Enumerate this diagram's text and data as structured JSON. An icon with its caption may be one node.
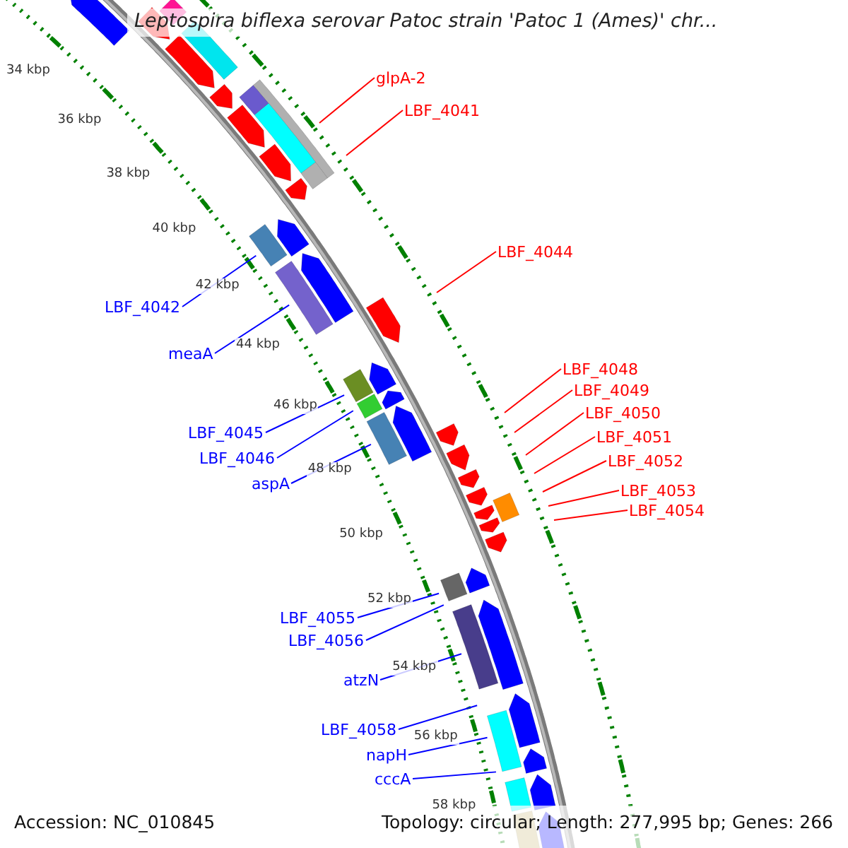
{
  "diagram": {
    "title": "Leptospira biflexa serovar Patoc strain 'Patoc 1 (Ames)' chr...",
    "nodes": [
      {
        "text": [
          "glpA-2"
        ]
      },
      {
        "text": [
          "LBF_4041"
        ]
      },
      {
        "text": [
          "LBF_4044"
        ]
      },
      {
        "text": [
          "LBF_4042"
        ]
      },
      {
        "text": [
          "meaA"
        ]
      },
      {
        "text": [
          "LBF_4048"
        ]
      },
      {
        "text": [
          "LBF_4049"
        ]
      },
      {
        "text": [
          "LBF_4050"
        ]
      },
      {
        "text": [
          "LBF_4045"
        ]
      },
      {
        "text": [
          "LBF_4051"
        ]
      },
      {
        "text": [
          "LBF_4046"
        ]
      },
      {
        "text": [
          "LBF_4052"
        ]
      },
      {
        "text": [
          "aspA"
        ]
      },
      {
        "text": [
          "LBF_4053"
        ]
      },
      {
        "text": [
          "LBF_4054"
        ]
      },
      {
        "text": [
          "LBF_4055"
        ]
      },
      {
        "text": [
          "LBF_4056"
        ]
      },
      {
        "text": [
          "atzN"
        ]
      },
      {
        "text": [
          "LBF_4058"
        ]
      },
      {
        "text": [
          "napH"
        ]
      },
      {
        "text": [
          "cccA"
        ]
      }
    ],
    "edges": [
      {
        "from": 0,
        "to": null,
        "arrow": "none",
        "color": "#ff0000"
      },
      {
        "from": 1,
        "to": null,
        "arrow": "none",
        "color": "#ff0000"
      },
      {
        "from": 2,
        "to": null,
        "arrow": "none",
        "color": "#ff0000"
      },
      {
        "from": 3,
        "to": null,
        "arrow": "none",
        "color": "#0000ff"
      },
      {
        "from": 4,
        "to": null,
        "arrow": "none",
        "color": "#0000ff"
      },
      {
        "from": 5,
        "to": null,
        "arrow": "none",
        "color": "#ff0000"
      },
      {
        "from": 6,
        "to": null,
        "arrow": "none",
        "color": "#ff0000"
      },
      {
        "from": 7,
        "to": null,
        "arrow": "none",
        "color": "#ff0000"
      },
      {
        "from": 8,
        "to": null,
        "arrow": "none",
        "color": "#0000ff"
      },
      {
        "from": 9,
        "to": null,
        "arrow": "none",
        "color": "#ff0000"
      },
      {
        "from": 10,
        "to": null,
        "arrow": "none",
        "color": "#0000ff"
      },
      {
        "from": 11,
        "to": null,
        "arrow": "none",
        "color": "#ff0000"
      },
      {
        "from": 12,
        "to": null,
        "arrow": "none",
        "color": "#0000ff"
      },
      {
        "from": 13,
        "to": null,
        "arrow": "none",
        "color": "#ff0000"
      },
      {
        "from": 14,
        "to": null,
        "arrow": "none",
        "color": "#ff0000"
      },
      {
        "from": 15,
        "to": null,
        "arrow": "none",
        "color": "#0000ff"
      },
      {
        "from": 16,
        "to": null,
        "arrow": "none",
        "color": "#0000ff"
      },
      {
        "from": 17,
        "to": null,
        "arrow": "none",
        "color": "#0000ff"
      },
      {
        "from": 18,
        "to": null,
        "arrow": "none",
        "color": "#0000ff"
      },
      {
        "from": 19,
        "to": null,
        "arrow": "none",
        "color": "#0000ff"
      },
      {
        "from": 20,
        "to": null,
        "arrow": "none",
        "color": "#0000ff"
      }
    ],
    "labels": [
      "34 kbp",
      "36 kbp",
      "38 kbp",
      "40 kbp",
      "42 kbp",
      "44 kbp",
      "46 kbp",
      "48 kbp",
      "50 kbp",
      "52 kbp",
      "54 kbp",
      "56 kbp",
      "58 kbp",
      "Accession: NC_010845",
      "Topology: circular; Length: 277,995 bp; Genes: 266"
    ]
  }
}
